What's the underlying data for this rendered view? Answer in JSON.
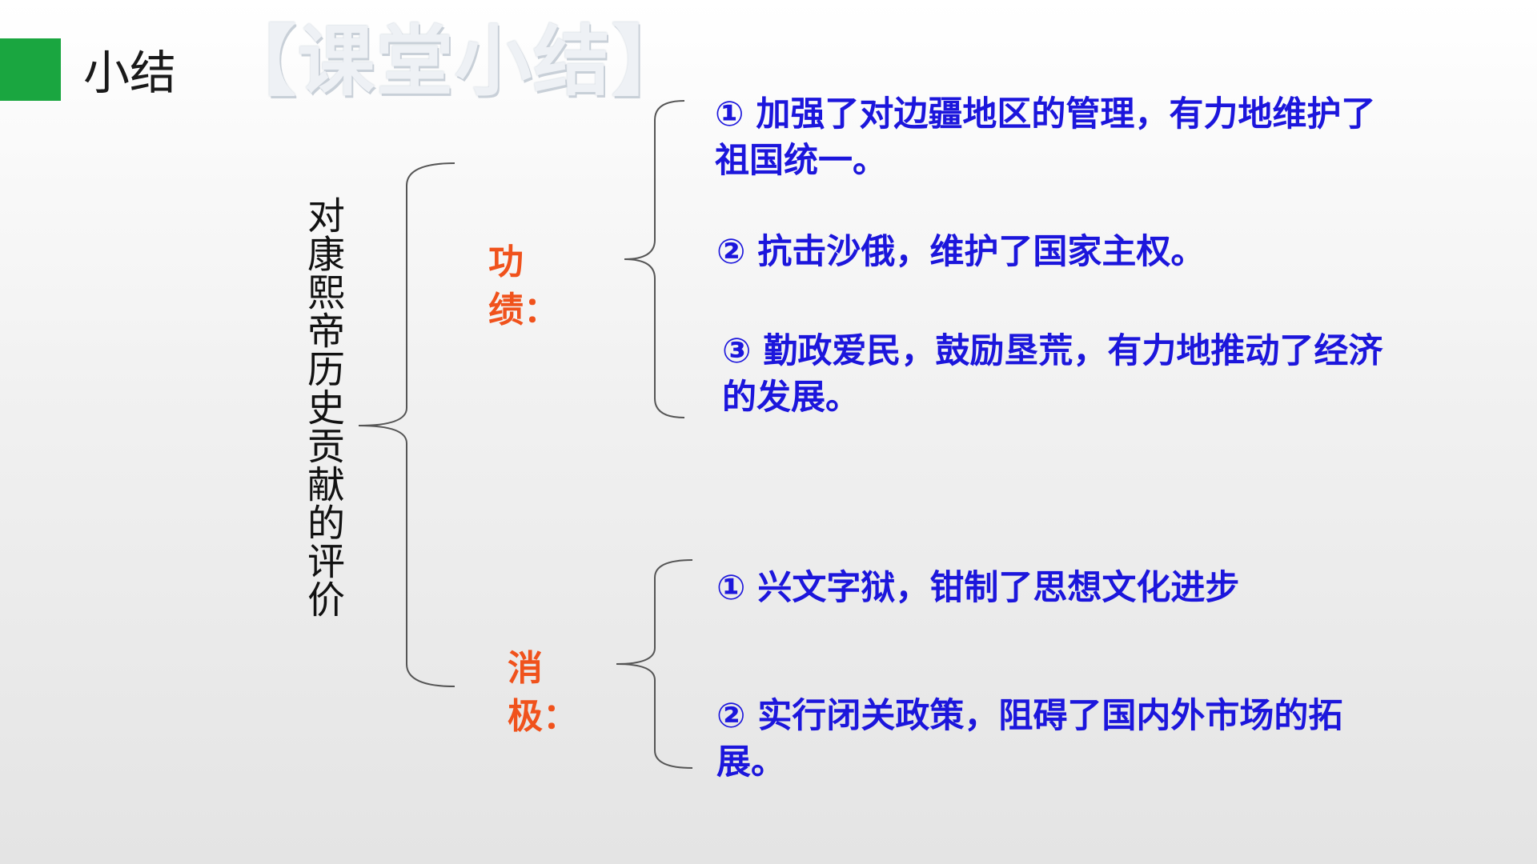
{
  "slide": {
    "title": "小结",
    "banner": "【课堂小结】",
    "accent_color": "#1aa640"
  },
  "evaluation": {
    "subject": "对康熙帝历史贡献的评价",
    "achievements": {
      "label": "功\n绩：",
      "items": [
        "① 加强了对边疆地区的管理，有力地维护了祖国统一。",
        "② 抗击沙俄，维护了国家主权。",
        "③ 勤政爱民，鼓励垦荒，有力地推动了经济的发展。"
      ]
    },
    "negatives": {
      "label": "消\n极：",
      "items": [
        "① 兴文字狱，钳制了思想文化进步",
        "② 实行闭关政策，阻碍了国内外市场的拓展。"
      ]
    }
  },
  "colors": {
    "category_label": "#f0521c",
    "item_text": "#1c16dc",
    "bracket": "#555555"
  }
}
